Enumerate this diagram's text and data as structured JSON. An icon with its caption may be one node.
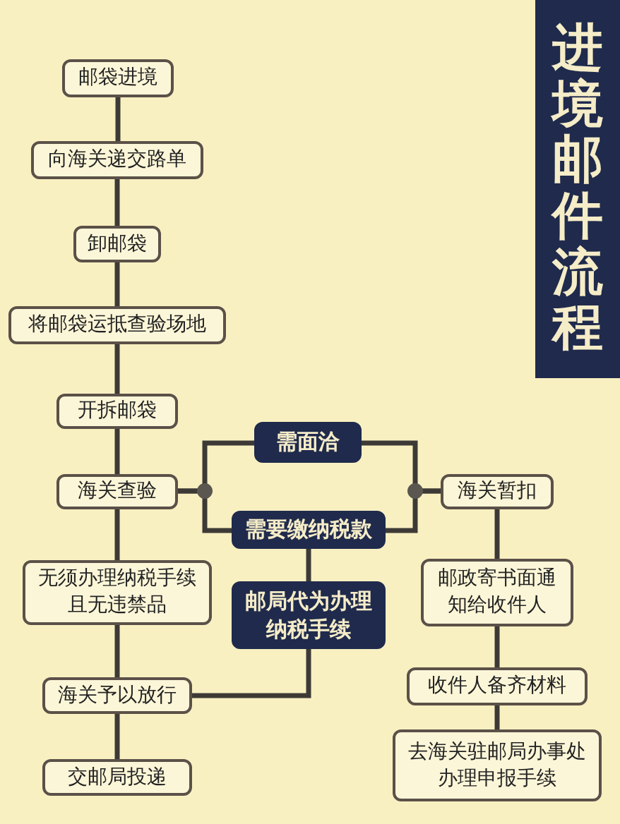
{
  "diagram": {
    "title": "进境邮件流程",
    "nodes": [
      {
        "text": [
          "邮袋进境"
        ]
      },
      {
        "text": [
          "向海关递交路单"
        ]
      },
      {
        "text": [
          "卸邮袋"
        ]
      },
      {
        "text": [
          "将邮袋运抵查验场地"
        ]
      },
      {
        "text": [
          "开拆邮袋"
        ]
      },
      {
        "text": [
          "海关查验"
        ]
      },
      {
        "text": [
          "需面洽"
        ]
      },
      {
        "text": [
          "需要缴纳税款"
        ]
      },
      {
        "text": [
          "海关暂扣"
        ]
      },
      {
        "text": [
          "无须办理纳税手续且无违禁品"
        ]
      },
      {
        "text": [
          "邮局代为办理纳税手续"
        ]
      },
      {
        "text": [
          "海关予以放行"
        ]
      },
      {
        "text": [
          "交邮局投递"
        ]
      },
      {
        "text": [
          "邮政寄书面通知给收件人"
        ]
      },
      {
        "text": [
          "收件人备齐材料"
        ]
      },
      {
        "text": [
          "去海关驻邮局办事处办理申报手续"
        ]
      }
    ],
    "edges": [
      {
        "from": 0,
        "to": 1,
        "arrow": "none"
      },
      {
        "from": 1,
        "to": 2,
        "arrow": "none"
      },
      {
        "from": 2,
        "to": 3,
        "arrow": "none"
      },
      {
        "from": 3,
        "to": 4,
        "arrow": "none"
      },
      {
        "from": 4,
        "to": 5,
        "arrow": "none"
      },
      {
        "from": 5,
        "to": 6,
        "arrow": "none"
      },
      {
        "from": 5,
        "to": 7,
        "arrow": "none"
      },
      {
        "from": 6,
        "to": 8,
        "arrow": "none"
      },
      {
        "from": 7,
        "to": 8,
        "arrow": "none"
      },
      {
        "from": 5,
        "to": 9,
        "arrow": "none"
      },
      {
        "from": 9,
        "to": 11,
        "arrow": "none"
      },
      {
        "from": 11,
        "to": 12,
        "arrow": "none"
      },
      {
        "from": 7,
        "to": 10,
        "arrow": "none"
      },
      {
        "from": 10,
        "to": 11,
        "arrow": "none"
      },
      {
        "from": 8,
        "to": 13,
        "arrow": "none"
      },
      {
        "from": 13,
        "to": 14,
        "arrow": "none"
      },
      {
        "from": 14,
        "to": 15,
        "arrow": "none"
      }
    ]
  }
}
